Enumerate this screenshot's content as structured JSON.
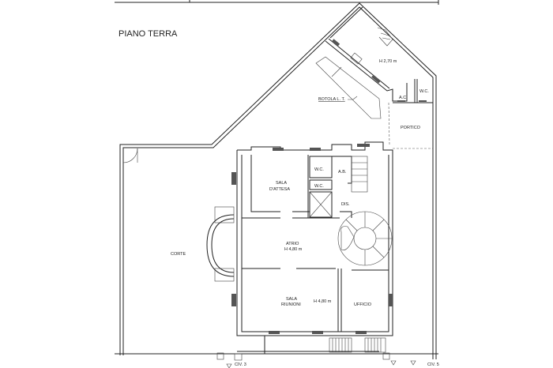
{
  "plan": {
    "title": "PIANO TERRA",
    "rooms": {
      "wing_height": "H 2,70 m",
      "ac": "A.C.",
      "wc_wing": "W.C.",
      "botola": "BOTOLA L. T.",
      "portico": "PORTICO",
      "sala_attesa_1": "SALA",
      "sala_attesa_2": "D'ATTESA",
      "wc_1": "W.C.",
      "wc_2": "W.C.",
      "ab": "A.B.",
      "dis": "DIS.",
      "atrio": "ATRIO",
      "atrio_height": "H 4,80 m",
      "corte": "CORTE",
      "sala_riunioni_1": "SALA",
      "sala_riunioni_2": "RIUNIONI",
      "riunioni_height": "H 4,80 m",
      "ufficio": "UFFICIO"
    },
    "civici": {
      "civ3": "CIV. 3",
      "civ5": "CIV. 5"
    }
  }
}
